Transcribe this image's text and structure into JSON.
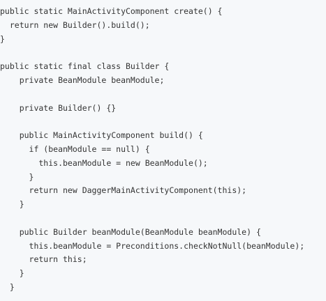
{
  "code": {
    "lines": [
      "public static MainActivityComponent create() {",
      "  return new Builder().build();",
      "}",
      "",
      "public static final class Builder {",
      "    private BeanModule beanModule;",
      "",
      "    private Builder() {}",
      "",
      "    public MainActivityComponent build() {",
      "      if (beanModule == null) {",
      "        this.beanModule = new BeanModule();",
      "      }",
      "      return new DaggerMainActivityComponent(this);",
      "    }",
      "",
      "    public Builder beanModule(BeanModule beanModule) {",
      "      this.beanModule = Preconditions.checkNotNull(beanModule);",
      "      return this;",
      "    }",
      "  }"
    ]
  }
}
